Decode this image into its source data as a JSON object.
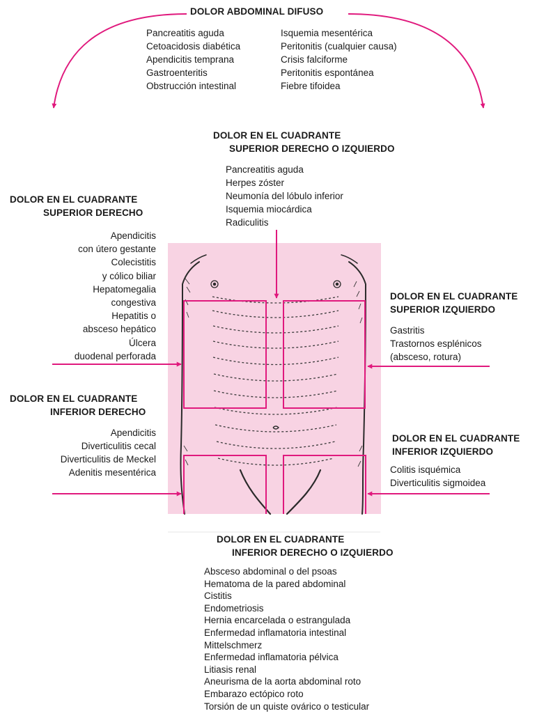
{
  "colors": {
    "accent": "#e0197d",
    "body_fill": "#f8d3e3",
    "ink": "#1a1a1a"
  },
  "diffuse": {
    "title": "DOLOR ABDOMINAL DIFUSO",
    "col1": [
      "Pancreatitis aguda",
      "Cetoacidosis diabética",
      "Apendicitis temprana",
      "Gastroenteritis",
      "Obstrucción intestinal"
    ],
    "col2": [
      "Isquemia mesentérica",
      "Peritonitis (cualquier causa)",
      "Crisis falciforme",
      "Peritonitis espontánea",
      "Fiebre tifoidea"
    ]
  },
  "upper_either": {
    "title_line1": "DOLOR EN EL CUADRANTE",
    "title_line2": "SUPERIOR DERECHO O IZQUIERDO",
    "items": [
      "Pancreatitis aguda",
      "Herpes zóster",
      "Neumonía del lóbulo inferior",
      "Isquemia miocárdica",
      "Radiculitis"
    ]
  },
  "upper_right": {
    "title_line1": "DOLOR EN EL CUADRANTE",
    "title_line2": "SUPERIOR DERECHO",
    "items": [
      "Apendicitis",
      "con útero gestante",
      "Colecistitis",
      "y cólico biliar",
      "Hepatomegalia",
      "congestiva",
      "Hepatitis o",
      "absceso hepático",
      "Úlcera",
      "duodenal perforada"
    ]
  },
  "upper_left": {
    "title_line1": "DOLOR EN EL CUADRANTE",
    "title_line2": "SUPERIOR IZQUIERDO",
    "items": [
      "Gastritis",
      "Trastornos esplénicos",
      "(absceso, rotura)"
    ]
  },
  "lower_right": {
    "title_line1": "DOLOR EN EL CUADRANTE",
    "title_line2": "INFERIOR DERECHO",
    "items": [
      "Apendicitis",
      "Diverticulitis cecal",
      "Diverticulitis de Meckel",
      "Adenitis mesentérica"
    ]
  },
  "lower_left": {
    "title_line1": "DOLOR EN EL CUADRANTE",
    "title_line2": "INFERIOR IZQUIERDO",
    "items": [
      "Colitis isquémica",
      "Diverticulitis sigmoidea"
    ]
  },
  "lower_either": {
    "title_line1": "DOLOR EN EL CUADRANTE",
    "title_line2": "INFERIOR DERECHO O IZQUIERDO",
    "items": [
      "Absceso abdominal o del psoas",
      "Hematoma de la pared abdominal",
      "Cistitis",
      "Endometriosis",
      "Hernia encarcelada o estrangulada",
      "Enfermedad inflamatoria intestinal",
      "Mittelschmerz",
      "Enfermedad inflamatoria pélvica",
      "Litiasis renal",
      "Aneurisma de la aorta abdominal roto",
      "Embarazo ectópico roto",
      "Torsión de un quiste ovárico o testicular"
    ]
  }
}
